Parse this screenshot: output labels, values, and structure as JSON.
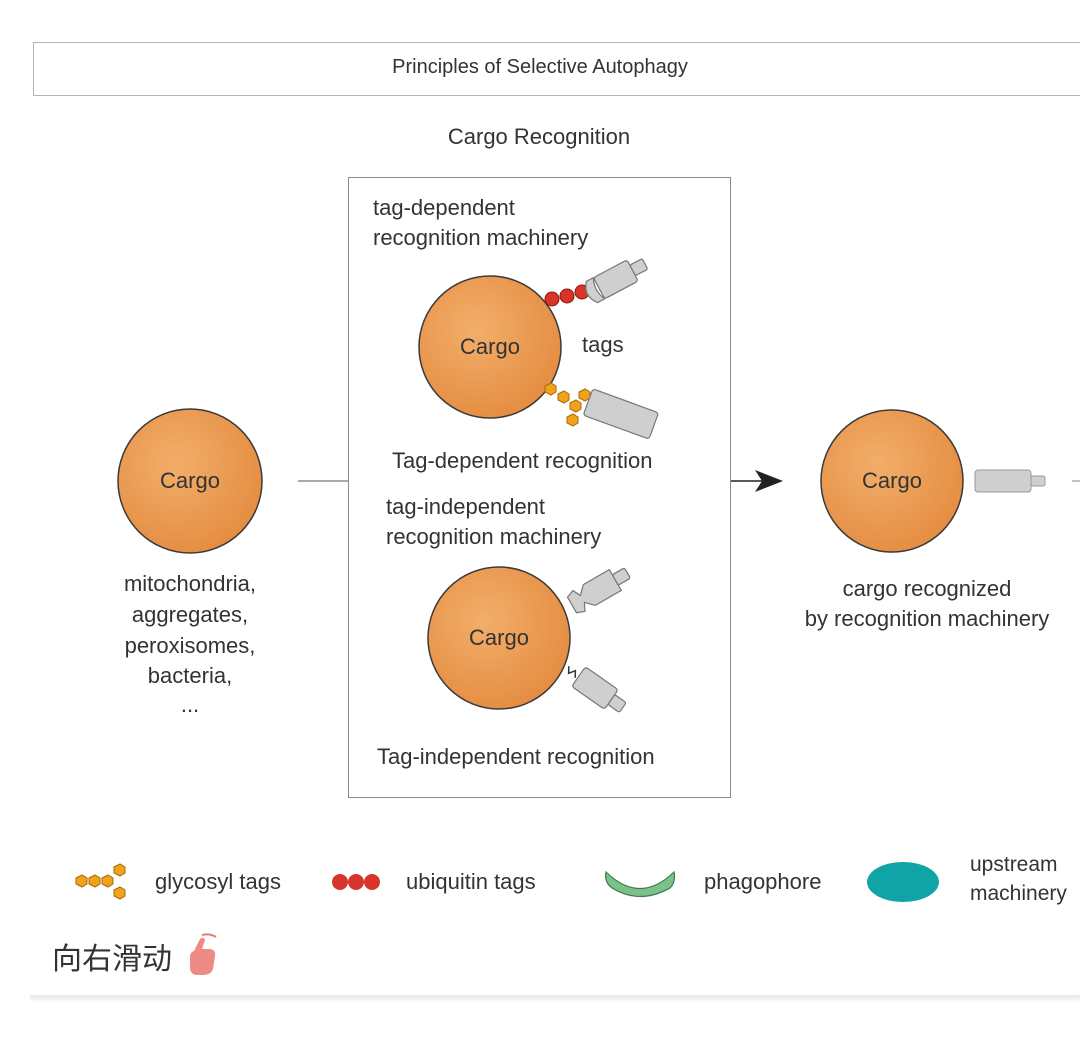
{
  "header": {
    "title": "Principles of Selective Autophagy"
  },
  "section": {
    "title": "Cargo Recognition"
  },
  "cargo_label": "Cargo",
  "left_cargo": {
    "description_lines": [
      "mitochondria,",
      "aggregates,",
      "peroxisomes,",
      "bacteria,",
      "..."
    ]
  },
  "panel": {
    "tag_dependent": {
      "machinery_label_lines": [
        "tag-dependent",
        "recognition machinery"
      ],
      "tags_label": "tags",
      "caption": "Tag-dependent recognition"
    },
    "tag_independent": {
      "machinery_label_lines": [
        "tag-independent",
        "recognition machinery"
      ],
      "caption": "Tag-independent recognition"
    }
  },
  "right_cargo": {
    "description_lines": [
      "cargo recognized",
      "by recognition machinery"
    ]
  },
  "legend": {
    "items": [
      {
        "label": "glycosyl tags",
        "icon": "glycosyl-tags-icon"
      },
      {
        "label": "ubiquitin tags",
        "icon": "ubiquitin-tags-icon"
      },
      {
        "label": "phagophore",
        "icon": "phagophore-icon"
      },
      {
        "label": "upstream machinery",
        "icon": "upstream-machinery-icon"
      }
    ],
    "upstream_lines": [
      "upstream",
      "machinery"
    ]
  },
  "footer": {
    "swipe_hint": "向右滑动"
  },
  "colors": {
    "cargo_fill": "#eb9a50",
    "cargo_stroke": "#3a3a3a",
    "glycosyl": "#f0a21e",
    "ubiquitin": "#d8342a",
    "phagophore": "#7cc08a",
    "upstream": "#10a4a6",
    "machinery": "#c8c8c8"
  }
}
